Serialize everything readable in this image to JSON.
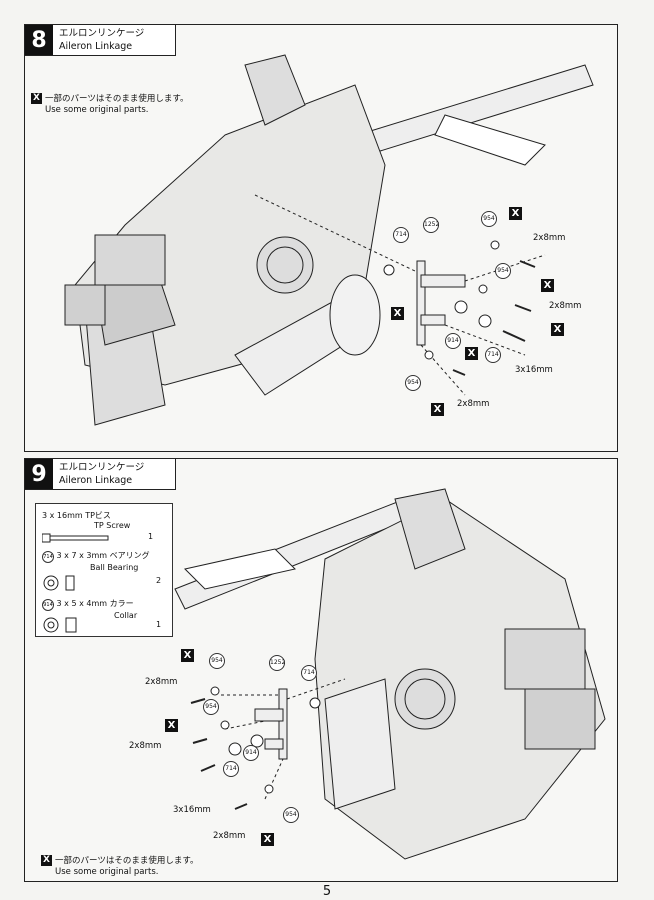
{
  "step8": {
    "number": "8",
    "title_jp": "エルロンリンケージ",
    "title_en": "Aileron Linkage",
    "note_jp": "一部のパーツはそのまま使用します。",
    "note_en": "Use some original parts.",
    "labels": {
      "screw_2x8_a": "2x8mm",
      "screw_2x8_b": "2x8mm",
      "screw_3x16": "3x16mm",
      "screw_2x8_c": "2x8mm"
    },
    "callouts": [
      "1252",
      "714",
      "954",
      "954",
      "914",
      "714",
      "954"
    ]
  },
  "step9": {
    "number": "9",
    "title_jp": "エルロンリンケージ",
    "title_en": "Aileron Linkage",
    "parts": [
      {
        "callout": "",
        "name_jp": "3 x 16mm TPビス",
        "name_en": "TP Screw",
        "qty": "1"
      },
      {
        "callout": "714",
        "name_jp": "3 x 7 x 3mm ベアリング",
        "name_en": "Ball Bearing",
        "qty": "2"
      },
      {
        "callout": "914",
        "name_jp": "3 x 5 x 4mm カラー",
        "name_en": "Collar",
        "qty": "1"
      }
    ],
    "labels": {
      "screw_2x8_a": "2x8mm",
      "screw_2x8_b": "2x8mm",
      "screw_3x16": "3x16mm",
      "screw_2x8_c": "2x8mm"
    },
    "callouts": [
      "954",
      "1252",
      "714",
      "954",
      "714",
      "914",
      "954"
    ],
    "note_jp": "一部のパーツはそのまま使用します。",
    "note_en": "Use some original parts."
  },
  "page_number": "5",
  "x_mark": "X",
  "colors": {
    "ink": "#111111",
    "paper": "#f7f7f5"
  }
}
